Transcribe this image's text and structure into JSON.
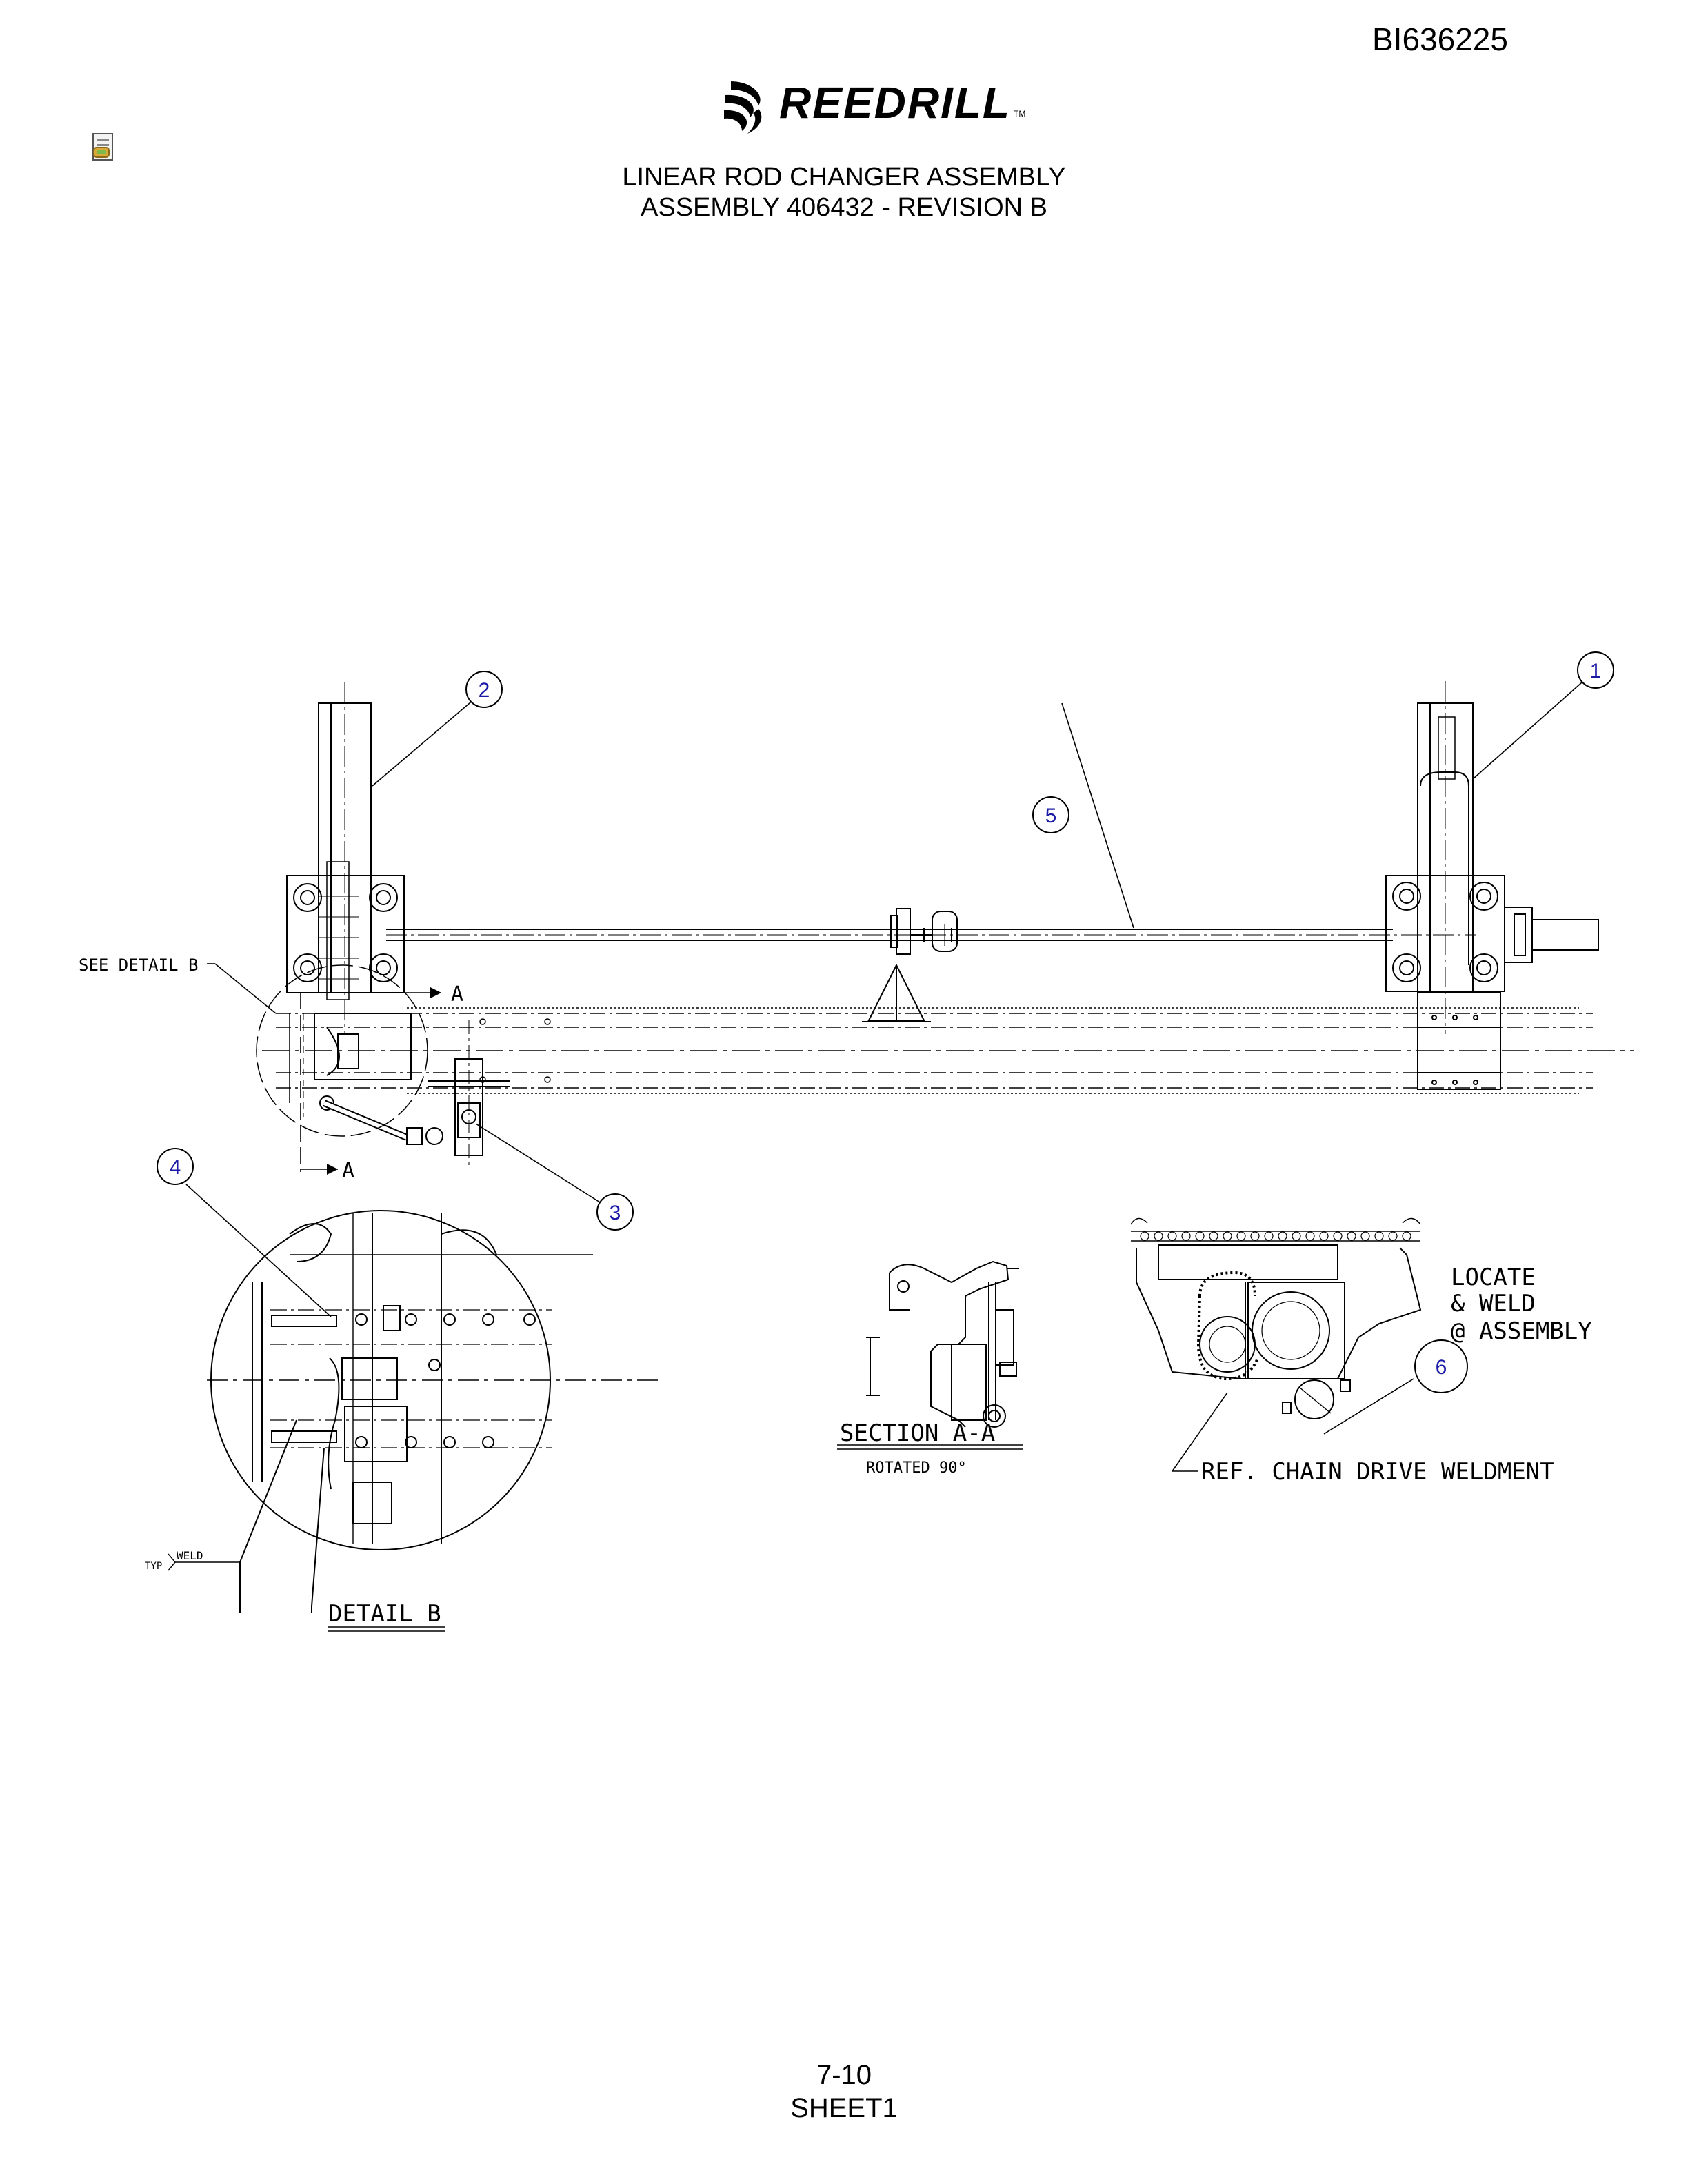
{
  "header": {
    "doc_id": "BI636225",
    "logo_text": "REEDRILL",
    "logo_tm": "TM",
    "title_line1": "LINEAR ROD CHANGER ASSEMBLY",
    "title_line2": "ASSEMBLY 406432 - REVISION B"
  },
  "icons": {
    "logo": "swirl-logo-icon",
    "attachment": "document-icon"
  },
  "balloons": [
    "1",
    "2",
    "3",
    "4",
    "5",
    "6"
  ],
  "labels": {
    "see_detail_b": "SEE DETAIL B",
    "section_marker": "A",
    "detail_b": "DETAIL B",
    "section_aa": "SECTION A-A",
    "rotated": "ROTATED 90°",
    "locate1": "LOCATE",
    "locate2": "& WELD",
    "locate3": "@ ASSEMBLY",
    "ref_chain": "REF. CHAIN DRIVE WELDMENT",
    "weld": "WELD",
    "typ": "TYP"
  },
  "colors": {
    "balloon_text": "#1a1aa6",
    "line": "#000000"
  },
  "footer": {
    "page": "7-10",
    "sheet": "SHEET1"
  }
}
